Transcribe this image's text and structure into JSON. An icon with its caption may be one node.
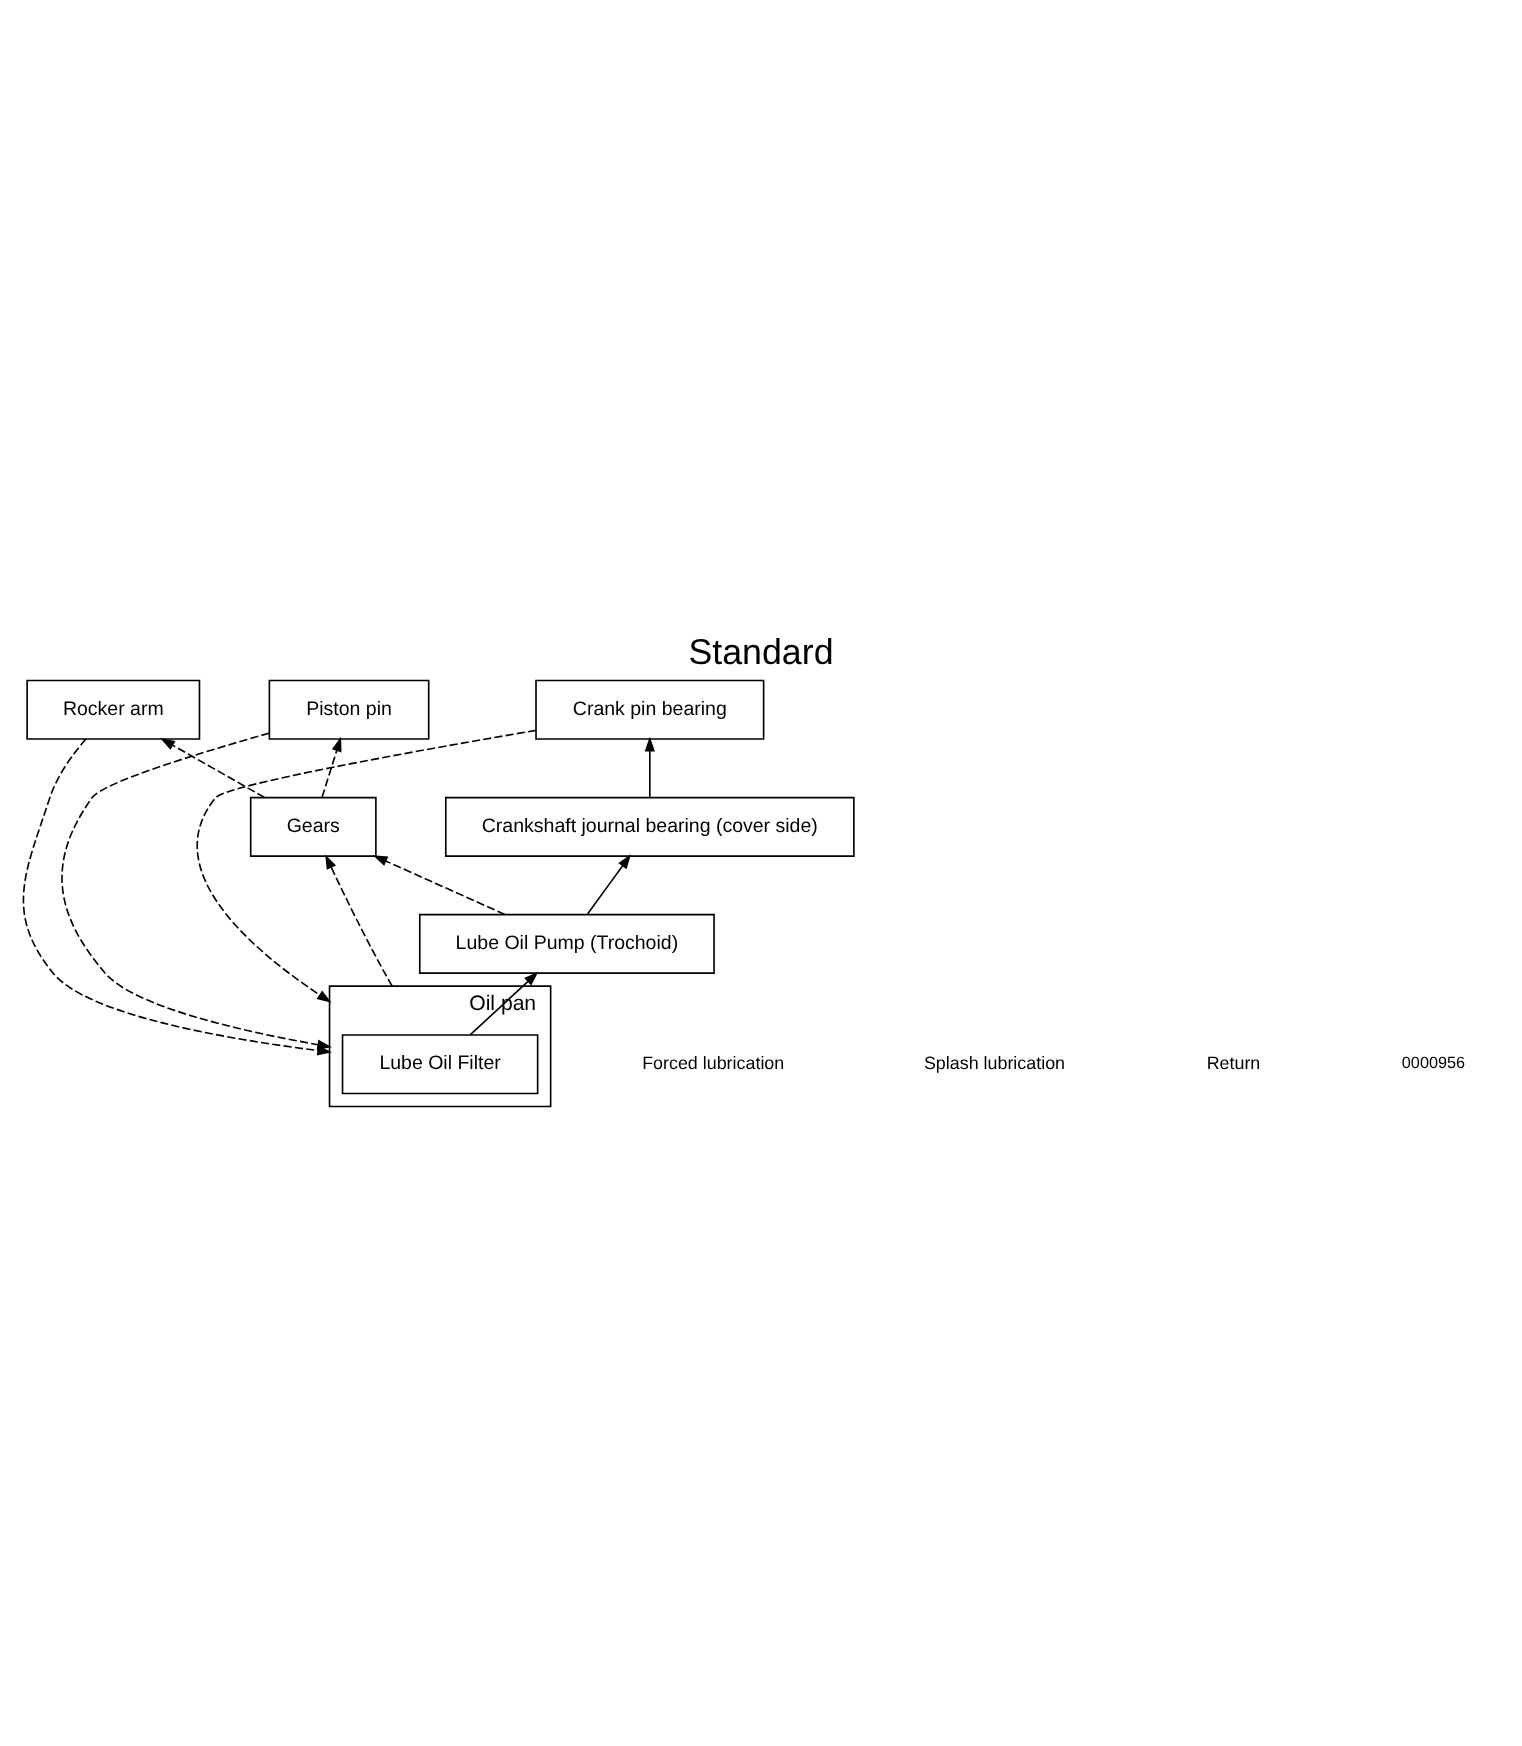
{
  "diagram": {
    "title": "Standard",
    "nodes": [
      {
        "text": [
          "Rocker arm"
        ]
      },
      {
        "text": [
          "Piston pin"
        ]
      },
      {
        "text": [
          "Crank pin bearing"
        ]
      },
      {
        "text": [
          "Crankshaft journal bearing (cover side)"
        ]
      },
      {
        "text": [
          "Gears"
        ]
      },
      {
        "text": [
          "Lube Oil Pump (Trochoid)"
        ]
      },
      {
        "text": [
          "Oil pan"
        ]
      },
      {
        "text": [
          "Lube Oil Filter"
        ],
        "in": 6
      }
    ],
    "edges": [
      {
        "from": 7,
        "to": 5,
        "arrow": "to"
      },
      {
        "from": 5,
        "to": 3,
        "arrow": "to"
      },
      {
        "from": 3,
        "to": 2,
        "arrow": "to"
      },
      {
        "from": 5,
        "to": 4,
        "arrow": "to",
        "style": "dashed"
      },
      {
        "from": 6,
        "to": 4,
        "arrow": "to",
        "style": "dashed"
      },
      {
        "from": 4,
        "to": 0,
        "arrow": "to",
        "style": "dashed"
      },
      {
        "from": 4,
        "to": 1,
        "arrow": "to",
        "style": "dashed"
      },
      {
        "from": 0,
        "to": 6,
        "arrow": "to",
        "style": "dashed"
      },
      {
        "from": 1,
        "to": 6,
        "arrow": "to",
        "style": "dashed"
      },
      {
        "from": 2,
        "to": 6,
        "arrow": "to",
        "style": "dashed"
      }
    ],
    "labels": [
      "0000956"
    ],
    "legend": [
      {
        "text": "Forced lubrication"
      },
      {
        "text": "Splash lubrication"
      },
      {
        "text": "Return"
      }
    ]
  }
}
